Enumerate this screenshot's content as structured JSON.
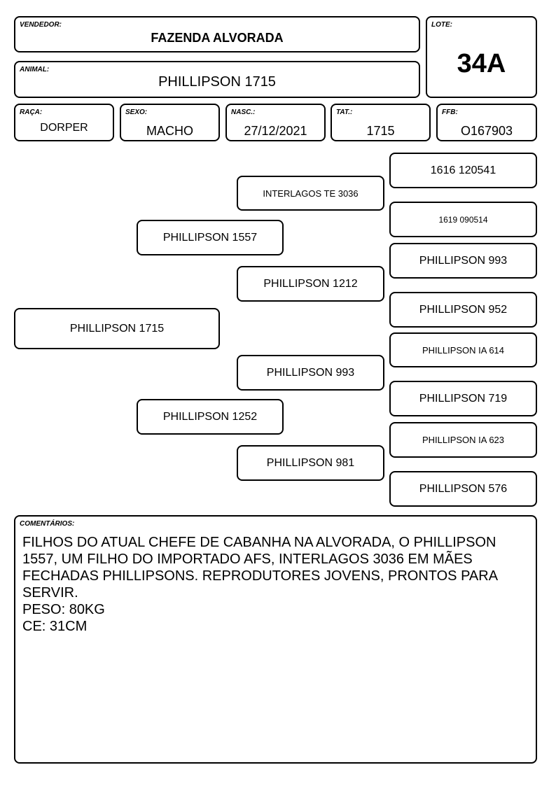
{
  "header": {
    "vendedor_label": "VENDEDOR:",
    "vendedor": "FAZENDA ALVORADA",
    "lote_label": "LOTE:",
    "lote": "34A",
    "animal_label": "ANIMAL:",
    "animal": "PHILLIPSON 1715"
  },
  "info": {
    "raca_label": "RAÇA:",
    "raca": "DORPER",
    "sexo_label": "SEXO:",
    "sexo": "MACHO",
    "nasc_label": "NASC.:",
    "nasc": "27/12/2021",
    "tat_label": "TAT.:",
    "tat": "1715",
    "ffb_label": "FFB:",
    "ffb": "O167903"
  },
  "pedigree": {
    "animal": "PHILLIPSON 1715",
    "sire": "PHILLIPSON 1557",
    "dam": "PHILLIPSON 1252",
    "sire_sire": "INTERLAGOS TE 3036",
    "sire_dam": "PHILLIPSON 1212",
    "dam_sire": "PHILLIPSON 993",
    "dam_dam": "PHILLIPSON 981",
    "ggp": [
      "1616 120541",
      "1619 090514",
      "PHILLIPSON 993",
      "PHILLIPSON 952",
      "PHILLIPSON IA 614",
      "PHILLIPSON 719",
      "PHILLIPSON IA 623",
      "PHILLIPSON 576"
    ]
  },
  "comments": {
    "label": "COMENTÁRIOS:",
    "lines": [
      "FILHOS DO ATUAL CHEFE DE CABANHA NA ALVORADA, O PHILLIPSON 1557, UM FILHO DO IMPORTADO AFS, INTERLAGOS 3036 EM MÃES FECHADAS PHILLIPSONS. REPRODUTORES JOVENS, PRONTOS PARA SERVIR.",
      "PESO: 80KG",
      "CE: 31CM"
    ]
  }
}
